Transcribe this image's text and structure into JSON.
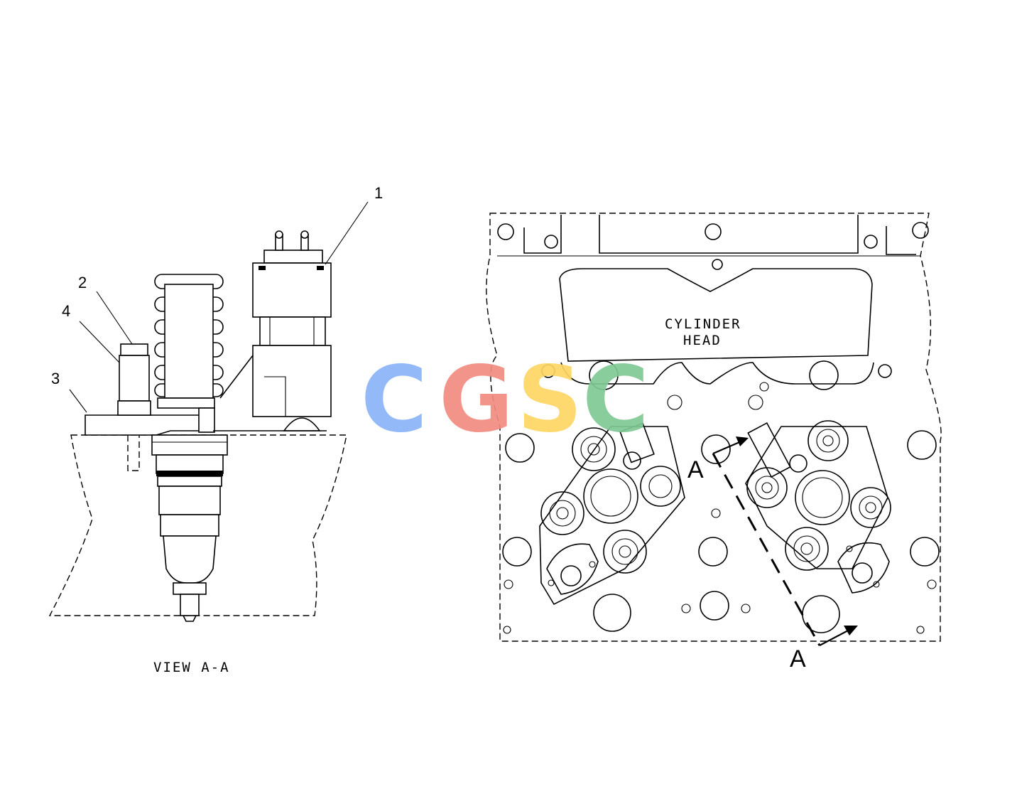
{
  "callouts": [
    {
      "id": "1",
      "label": "1"
    },
    {
      "id": "2",
      "label": "2"
    },
    {
      "id": "3",
      "label": "3"
    },
    {
      "id": "4",
      "label": "4"
    }
  ],
  "view_caption": "VIEW A-A",
  "head_label_line1": "CYLINDER",
  "head_label_line2": "HEAD",
  "section_mark_top": "A",
  "section_mark_bottom": "A",
  "watermark": {
    "letters": [
      "C",
      "G",
      "S",
      "C"
    ],
    "colors": [
      "#8ab4f8",
      "#f28b82",
      "#fdd663",
      "#81c995"
    ]
  }
}
